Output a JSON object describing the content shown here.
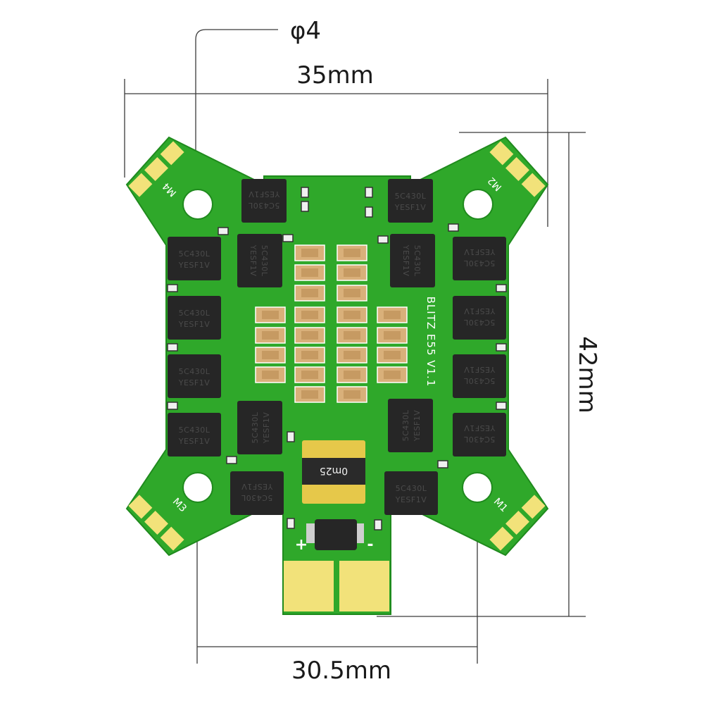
{
  "dimensions": {
    "hole": "φ4",
    "width": "35mm",
    "height": "42mm",
    "mount_spacing": "30.5mm"
  },
  "board": {
    "name": "BLITZ E55 V1.1",
    "motor_labels": {
      "m1": "M1",
      "m2": "M2",
      "m3": "M3",
      "m4": "M4"
    },
    "mosfet_marking": {
      "line1": "5C430L",
      "line2": "YESF1V"
    },
    "shunt_marking": "0m25",
    "polarity": {
      "plus": "+",
      "minus": "-"
    }
  },
  "colors": {
    "pcb": "#2fa82a",
    "pcb_edge": "#1f8a1d",
    "pad": "#f2e27a",
    "mosfet": "#262626",
    "capacitor": "#d9b07a"
  }
}
